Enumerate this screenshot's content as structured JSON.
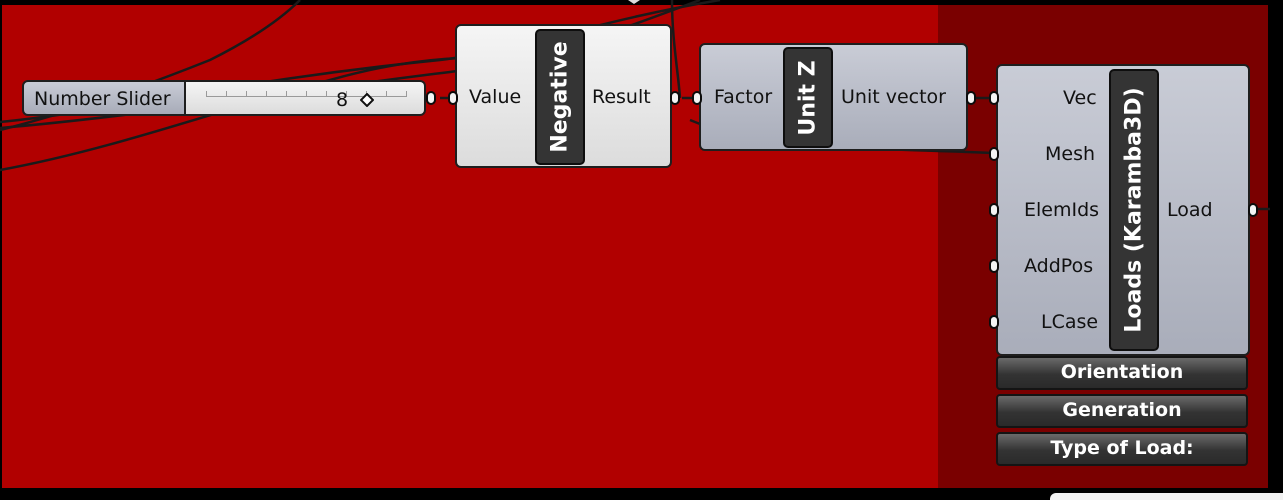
{
  "slider": {
    "name": "Number Slider",
    "value": "8",
    "tick_count": 11,
    "position_fraction": 0.8
  },
  "negative_node": {
    "title": "Negative",
    "input": "Value",
    "output": "Result"
  },
  "unitz_node": {
    "title": "Unit Z",
    "input": "Factor",
    "output": "Unit vector"
  },
  "loads_node": {
    "title": "Loads (Karamba3D)",
    "inputs": [
      "Vec",
      "Mesh",
      "ElemIds",
      "AddPos",
      "LCase"
    ],
    "output": "Load",
    "buttons": [
      "Orientation",
      "Generation",
      "Type of Load:"
    ]
  },
  "colors": {
    "canvas_red": "#b10000",
    "canvas_dark_red": "#7a0000",
    "node_grey": "#b4b8c4",
    "node_light": "#e8e8e8",
    "title_plate": "#343434"
  }
}
